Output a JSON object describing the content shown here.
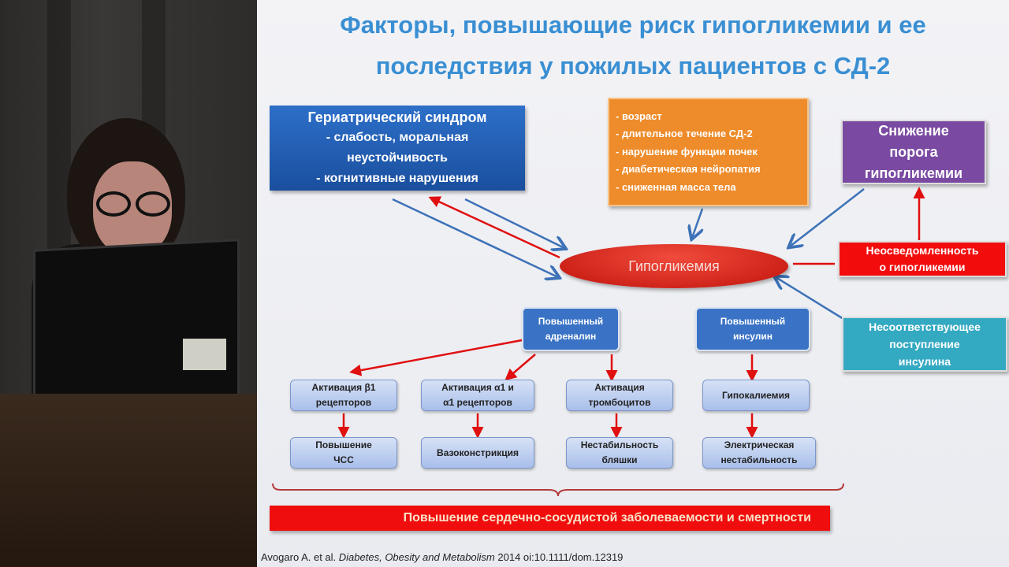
{
  "slide": {
    "title_line1": "Факторы, повышающие риск гипогликемии и ее",
    "title_line2": "последствия у пожилых пациентов с СД-2",
    "geriatric": {
      "heading": "Гериатрический синдром",
      "lines": [
        "- слабость, моральная",
        "неустойчивость",
        "- когнитивные нарушения"
      ]
    },
    "risk_factors": [
      "- возраст",
      "- длительное течение СД-2",
      "- нарушение функции почек",
      "- диабетическая нейропатия",
      "- сниженная масса тела"
    ],
    "threshold": [
      "Снижение",
      "порога",
      "гипогликемии"
    ],
    "center": "Гипогликемия",
    "unawareness": [
      "Неосведомленность",
      "о гипогликемии"
    ],
    "insulin_mismatch": [
      "Несоответствующее",
      "поступление",
      "инсулина"
    ],
    "adrenaline": [
      "Повышенный",
      "адреналин"
    ],
    "insulin": [
      "Повышенный",
      "инсулин"
    ],
    "row1": [
      [
        "Активация β1",
        "рецепторов"
      ],
      [
        "Активация α1 и",
        "α1 рецепторов"
      ],
      [
        "Активация",
        "тромбоцитов"
      ],
      [
        "Гипокалиемия"
      ]
    ],
    "row2": [
      [
        "Повышение",
        "ЧСС"
      ],
      [
        "Вазоконстрикция"
      ],
      [
        "Нестабильность",
        "бляшки"
      ],
      [
        "Электрическая",
        "нестабильность"
      ]
    ],
    "outcome": "Повышение сердечно-сосудистой заболеваемости и смертности",
    "citation_authors": "Avogaro A. et al. ",
    "citation_journal": "Diabetes, Obesity and Metabolism",
    "citation_rest": " 2014 oi:10.1111/dom.12319"
  }
}
